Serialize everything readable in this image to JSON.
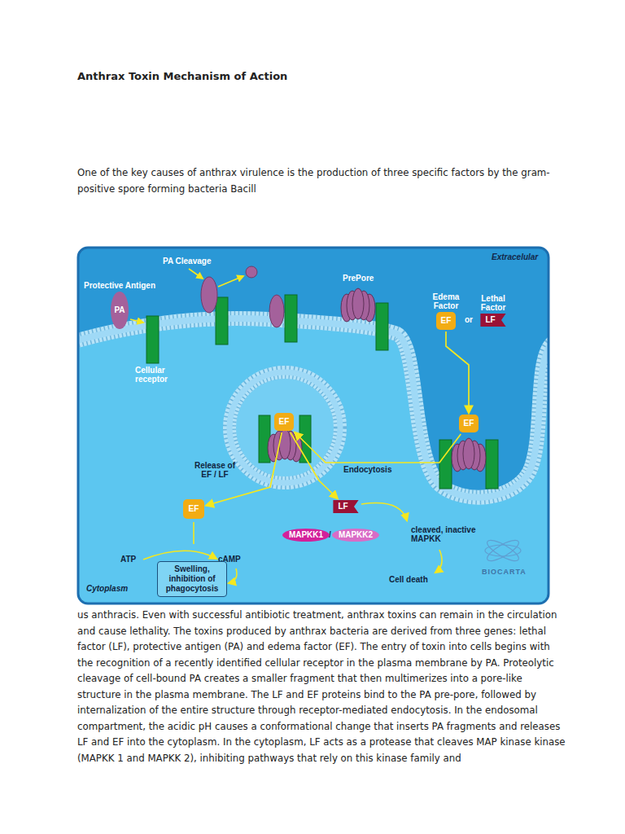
{
  "diagram": {
    "title": "Anthrax Toxin Mechanism of Action",
    "nodes": [
      {
        "text": [
          "Protective Antigen",
          "PA"
        ]
      },
      {
        "text": [
          "Edema Factor",
          "EF"
        ]
      },
      {
        "text": [
          "Lethal Factor",
          "LF"
        ]
      },
      {
        "text": [
          "EF"
        ]
      },
      {
        "text": [
          "EF"
        ]
      },
      {
        "text": [
          "EF"
        ]
      },
      {
        "text": [
          "LF"
        ]
      },
      {
        "text": [
          "MAPKK1"
        ]
      },
      {
        "text": [
          "MAPKK2"
        ]
      },
      {
        "text": [
          "Swelling, inhibition of phagocytosis"
        ]
      }
    ],
    "edges": [
      {
        "from": 1,
        "to": 3,
        "arrow": "to"
      },
      {
        "from": 3,
        "to": 4,
        "label": "Endocytosis",
        "arrow": "to"
      },
      {
        "from": 4,
        "to": 5,
        "arrow": "to"
      },
      {
        "from": 4,
        "to": 6,
        "arrow": "to"
      }
    ],
    "labels": [
      "One of the key causes of anthrax virulence is the production of three specific factors by the gram-positive spore forming bacteria Bacill",
      "PA Cleavage",
      "PrePore",
      "Extracelular",
      "or",
      "Cellular receptor",
      "Release of EF / LF",
      "ATP",
      "cAMP",
      "/",
      "cleaved, inactive MAPKK",
      "Cell death",
      "Cytoplasm",
      "BIOCARTA",
      "us anthracis. Even with successful antibiotic treatment, anthrax toxins can remain in the circulation and cause lethality. The toxins produced by anthrax bacteria are derived from three genes: lethal factor (LF), protective antigen (PA) and edema factor (EF). The entry of toxin into cells begins with the recognition of a recently identified cellular receptor in the plasma membrane by PA. Proteolytic cleavage of cell-bound PA creates a smaller fragment that then multimerizes into a pore-like structure in the plasma membrane. The LF and EF proteins bind to the PA pre-pore, followed by internalization of the entire structure through receptor-mediated endocytosis. In the endosomal compartment, the acidic pH causes a conformational change that inserts PA fragments and releases LF and EF into the cytoplasm. In the cytoplasm, LF acts as a protease that cleaves MAP kinase kinase (MAPKK 1 and MAPKK 2), inhibiting pathways that rely on this kinase family and"
    ]
  }
}
